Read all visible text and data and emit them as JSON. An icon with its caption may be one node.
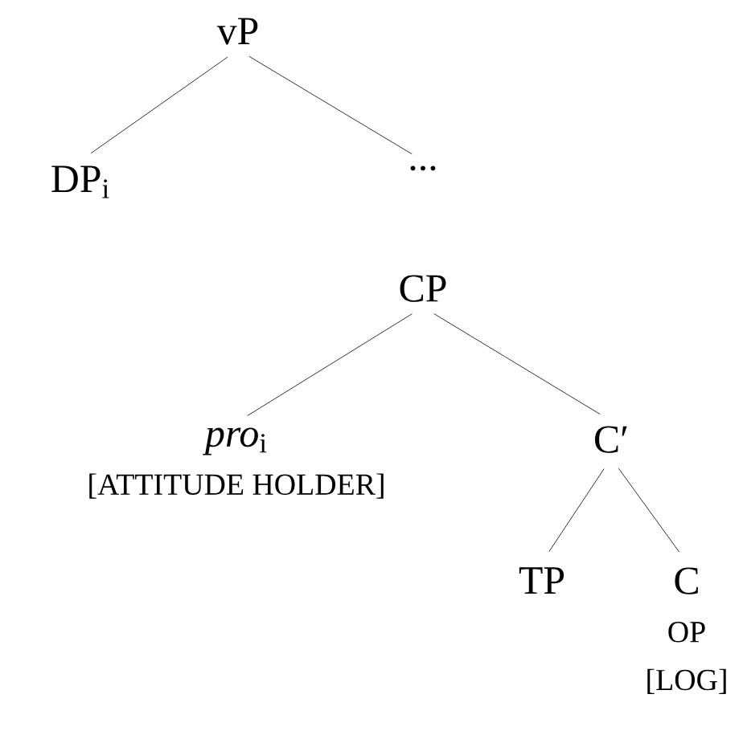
{
  "diagram": {
    "nodes": [
      {
        "text": [
          "vP"
        ]
      },
      {
        "text": [
          "DP$_{i}$"
        ]
      },
      {
        "text": [
          "..."
        ]
      },
      {
        "text": [
          "CP"
        ]
      },
      {
        "text": [
          "*pro*$_{i}$",
          "[ATTITUDE HOLDER]"
        ]
      },
      {
        "text": [
          "C′"
        ]
      },
      {
        "text": [
          "TP"
        ]
      },
      {
        "text": [
          "C",
          "OP",
          "[LOG]"
        ]
      }
    ],
    "edges": [
      {
        "from": 0,
        "to": 1,
        "arrow": "none"
      },
      {
        "from": 0,
        "to": 2,
        "arrow": "none"
      },
      {
        "from": 3,
        "to": 4,
        "arrow": "none"
      },
      {
        "from": 3,
        "to": 5,
        "arrow": "none"
      },
      {
        "from": 5,
        "to": 6,
        "arrow": "none"
      },
      {
        "from": 5,
        "to": 7,
        "arrow": "none"
      }
    ]
  }
}
